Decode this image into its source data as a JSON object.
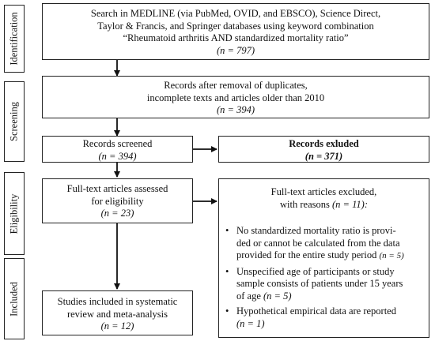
{
  "stages": {
    "identification": "Identification",
    "screening": "Screening",
    "eligibility": "Eligibility",
    "included": "Included"
  },
  "identification_box": {
    "line1": "Search in MEDLINE (via PubMed, OVID, and EBSCO), Science Direct,",
    "line2": "Taylor & Francis, and Springer databases using keyword combination",
    "line3": "“Rheumatoid arthritis AND standardized mortality ratio”",
    "n": "(n = 797)"
  },
  "duplicates_box": {
    "line1": "Records after removal of duplicates,",
    "line2": "incomplete texts and articles older than 2010",
    "n": "(n = 394)"
  },
  "screened_box": {
    "label": "Records screened",
    "n": "(n = 394)"
  },
  "excluded_box": {
    "label": "Records exluded",
    "n": "(n = 371)"
  },
  "fulltext_box": {
    "line1": "Full-text articles assessed",
    "line2": "for eligibility",
    "n": "(n = 23)"
  },
  "fulltext_excluded_box": {
    "line1": "Full-text articles excluded,",
    "line2": "with reasons",
    "n": "(n = 11):",
    "reasons": [
      {
        "l1": "No standardized mortality ratio is provi-",
        "l2": "ded or cannot be calculated from the data",
        "l3": "provided for the entire study period",
        "n": "(n = 5)"
      },
      {
        "l1": "Unspecified age of participants or study",
        "l2": "sample consists of patients under 15 years",
        "l3": "of age",
        "n": "(n = 5)"
      },
      {
        "l1": "Hypothetical empirical data are reported",
        "l2": "",
        "l3": "",
        "n": "(n = 1)"
      }
    ]
  },
  "included_box": {
    "line1": "Studies included in systematic",
    "line2": "review and meta-analysis",
    "n": "(n = 12)"
  }
}
